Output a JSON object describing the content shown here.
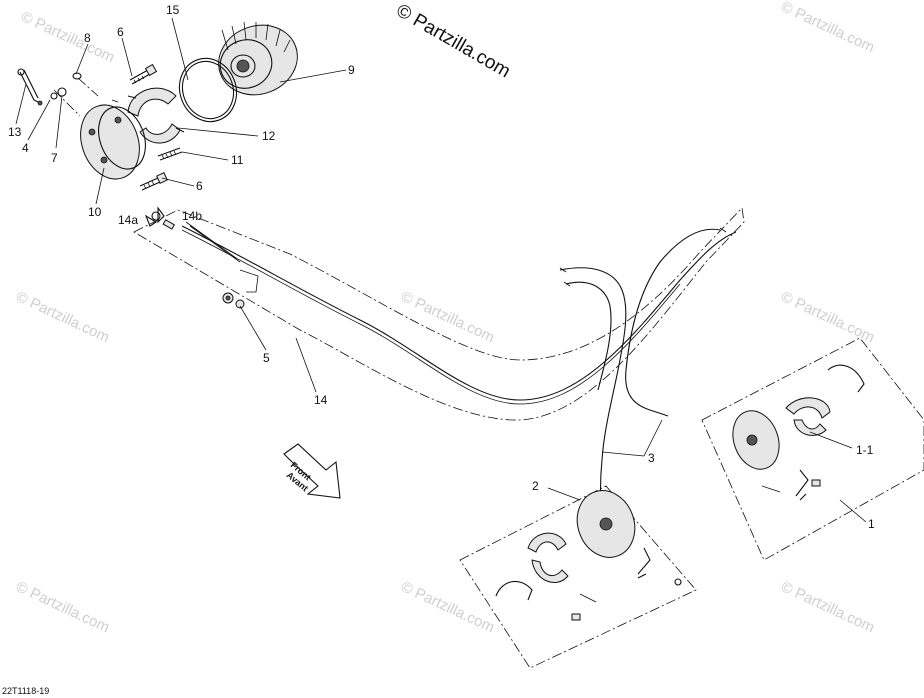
{
  "watermark": {
    "main": "© Partzilla.com",
    "repeat": "© Partzilla.com"
  },
  "diagram_ref": "22T1118-19",
  "direction_arrow": {
    "line1": "Front",
    "line2": "Avant"
  },
  "callouts": [
    {
      "id": "c15",
      "text": "15"
    },
    {
      "id": "c8",
      "text": "8"
    },
    {
      "id": "c6a",
      "text": "6"
    },
    {
      "id": "c9",
      "text": "9"
    },
    {
      "id": "c13",
      "text": "13"
    },
    {
      "id": "c4",
      "text": "4"
    },
    {
      "id": "c7",
      "text": "7"
    },
    {
      "id": "c12",
      "text": "12"
    },
    {
      "id": "c11",
      "text": "11"
    },
    {
      "id": "c6b",
      "text": "6"
    },
    {
      "id": "c10",
      "text": "10"
    },
    {
      "id": "c14a",
      "text": "14a"
    },
    {
      "id": "c14b",
      "text": "14b"
    },
    {
      "id": "c5",
      "text": "5"
    },
    {
      "id": "c14",
      "text": "14"
    },
    {
      "id": "c3",
      "text": "3"
    },
    {
      "id": "c11b",
      "text": "1-1"
    },
    {
      "id": "c2",
      "text": "2"
    },
    {
      "id": "c1",
      "text": "1"
    }
  ]
}
